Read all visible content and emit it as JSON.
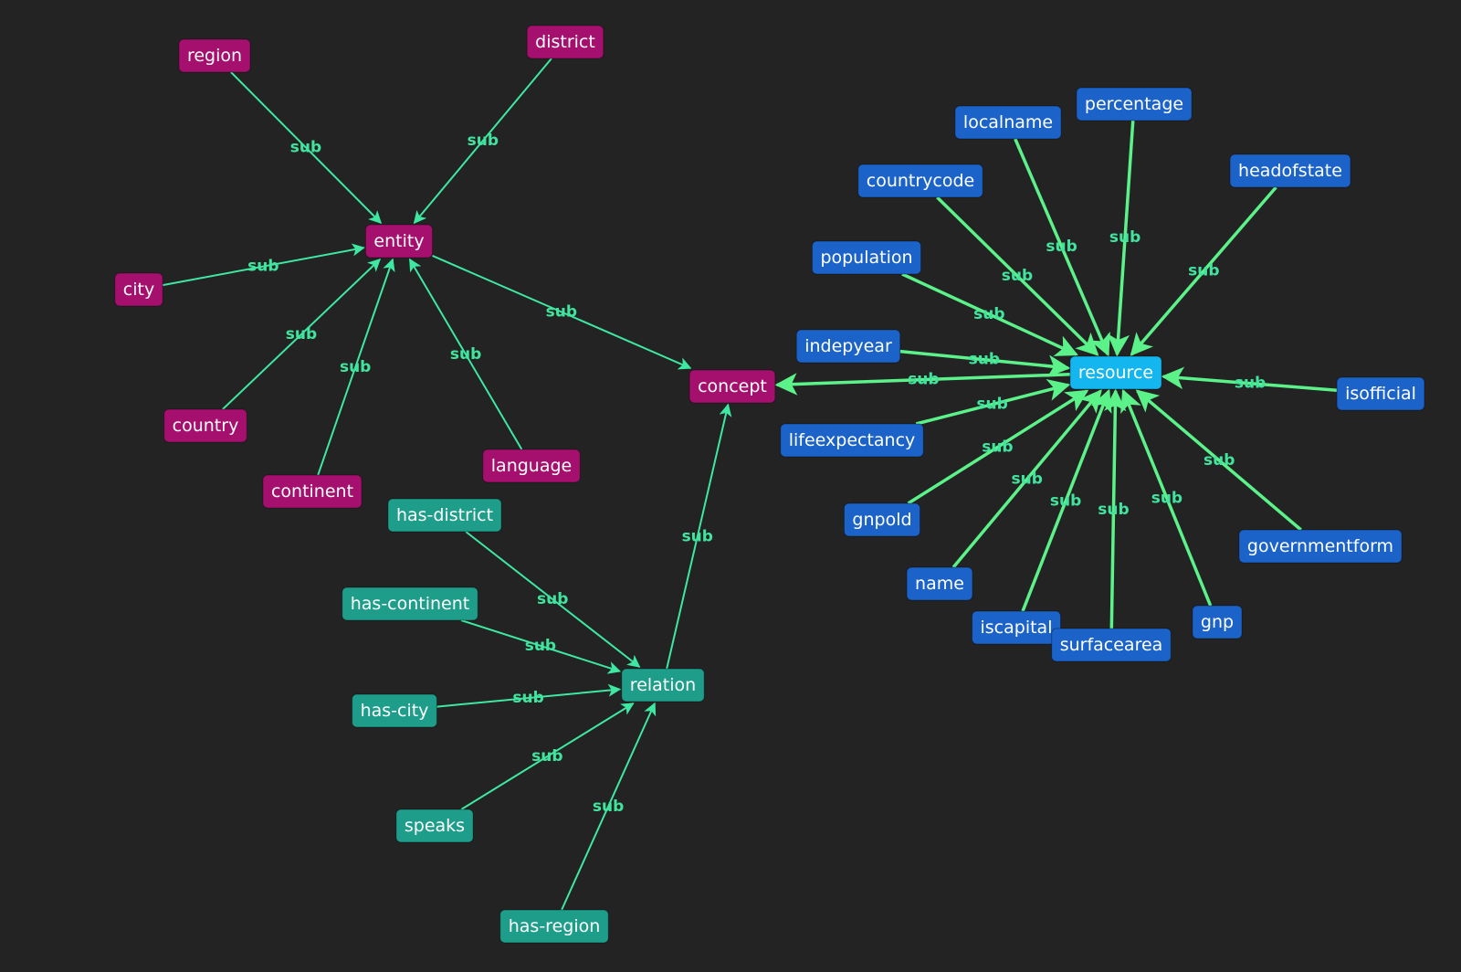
{
  "colors": {
    "background": "#232323",
    "entity_node": "#a5106f",
    "relation_node": "#1e9e8a",
    "attribute_node": "#1c63c9",
    "resource_node": "#13b6ef",
    "edge_entity": "#3ee8a3",
    "edge_relation": "#3ee8a3",
    "edge_attribute": "#5cf28a",
    "edge_label": "#41e49e",
    "node_text": "#ffffff"
  },
  "edge_label_text": "sub",
  "nodes": [
    {
      "id": "region",
      "label": "region",
      "kind": "entity"
    },
    {
      "id": "district",
      "label": "district",
      "kind": "entity"
    },
    {
      "id": "entity",
      "label": "entity",
      "kind": "entity"
    },
    {
      "id": "city",
      "label": "city",
      "kind": "entity"
    },
    {
      "id": "country",
      "label": "country",
      "kind": "entity"
    },
    {
      "id": "continent",
      "label": "continent",
      "kind": "entity"
    },
    {
      "id": "language",
      "label": "language",
      "kind": "entity"
    },
    {
      "id": "concept",
      "label": "concept",
      "kind": "entity"
    },
    {
      "id": "has-district",
      "label": "has-district",
      "kind": "relation"
    },
    {
      "id": "has-continent",
      "label": "has-continent",
      "kind": "relation"
    },
    {
      "id": "has-city",
      "label": "has-city",
      "kind": "relation"
    },
    {
      "id": "speaks",
      "label": "speaks",
      "kind": "relation"
    },
    {
      "id": "has-region",
      "label": "has-region",
      "kind": "relation"
    },
    {
      "id": "relation",
      "label": "relation",
      "kind": "relation"
    },
    {
      "id": "resource",
      "label": "resource",
      "kind": "resource"
    },
    {
      "id": "localname",
      "label": "localname",
      "kind": "attribute"
    },
    {
      "id": "percentage",
      "label": "percentage",
      "kind": "attribute"
    },
    {
      "id": "headofstate",
      "label": "headofstate",
      "kind": "attribute"
    },
    {
      "id": "countrycode",
      "label": "countrycode",
      "kind": "attribute"
    },
    {
      "id": "population",
      "label": "population",
      "kind": "attribute"
    },
    {
      "id": "indepyear",
      "label": "indepyear",
      "kind": "attribute"
    },
    {
      "id": "lifeexpectancy",
      "label": "lifeexpectancy",
      "kind": "attribute"
    },
    {
      "id": "isofficial",
      "label": "isofficial",
      "kind": "attribute"
    },
    {
      "id": "gnpold",
      "label": "gnpold",
      "kind": "attribute"
    },
    {
      "id": "name",
      "label": "name",
      "kind": "attribute"
    },
    {
      "id": "iscapital",
      "label": "iscapital",
      "kind": "attribute"
    },
    {
      "id": "surfacearea",
      "label": "surfacearea",
      "kind": "attribute"
    },
    {
      "id": "gnp",
      "label": "gnp",
      "kind": "attribute"
    },
    {
      "id": "governmentform",
      "label": "governmentform",
      "kind": "attribute"
    }
  ],
  "edges": [
    {
      "from": "region",
      "to": "entity",
      "label": "sub"
    },
    {
      "from": "district",
      "to": "entity",
      "label": "sub"
    },
    {
      "from": "city",
      "to": "entity",
      "label": "sub"
    },
    {
      "from": "country",
      "to": "entity",
      "label": "sub"
    },
    {
      "from": "continent",
      "to": "entity",
      "label": "sub"
    },
    {
      "from": "language",
      "to": "entity",
      "label": "sub"
    },
    {
      "from": "entity",
      "to": "concept",
      "label": "sub"
    },
    {
      "from": "has-district",
      "to": "relation",
      "label": "sub"
    },
    {
      "from": "has-continent",
      "to": "relation",
      "label": "sub"
    },
    {
      "from": "has-city",
      "to": "relation",
      "label": "sub"
    },
    {
      "from": "speaks",
      "to": "relation",
      "label": "sub"
    },
    {
      "from": "has-region",
      "to": "relation",
      "label": "sub"
    },
    {
      "from": "relation",
      "to": "concept",
      "label": "sub"
    },
    {
      "from": "resource",
      "to": "concept",
      "label": "sub"
    },
    {
      "from": "localname",
      "to": "resource",
      "label": "sub"
    },
    {
      "from": "percentage",
      "to": "resource",
      "label": "sub"
    },
    {
      "from": "headofstate",
      "to": "resource",
      "label": "sub"
    },
    {
      "from": "countrycode",
      "to": "resource",
      "label": "sub"
    },
    {
      "from": "population",
      "to": "resource",
      "label": "sub"
    },
    {
      "from": "indepyear",
      "to": "resource",
      "label": "sub"
    },
    {
      "from": "lifeexpectancy",
      "to": "resource",
      "label": "sub"
    },
    {
      "from": "isofficial",
      "to": "resource",
      "label": "sub"
    },
    {
      "from": "gnpold",
      "to": "resource",
      "label": "sub"
    },
    {
      "from": "name",
      "to": "resource",
      "label": "sub"
    },
    {
      "from": "iscapital",
      "to": "resource",
      "label": "sub"
    },
    {
      "from": "surfacearea",
      "to": "resource",
      "label": "sub"
    },
    {
      "from": "gnp",
      "to": "resource",
      "label": "sub"
    },
    {
      "from": "governmentform",
      "to": "resource",
      "label": "sub"
    }
  ]
}
